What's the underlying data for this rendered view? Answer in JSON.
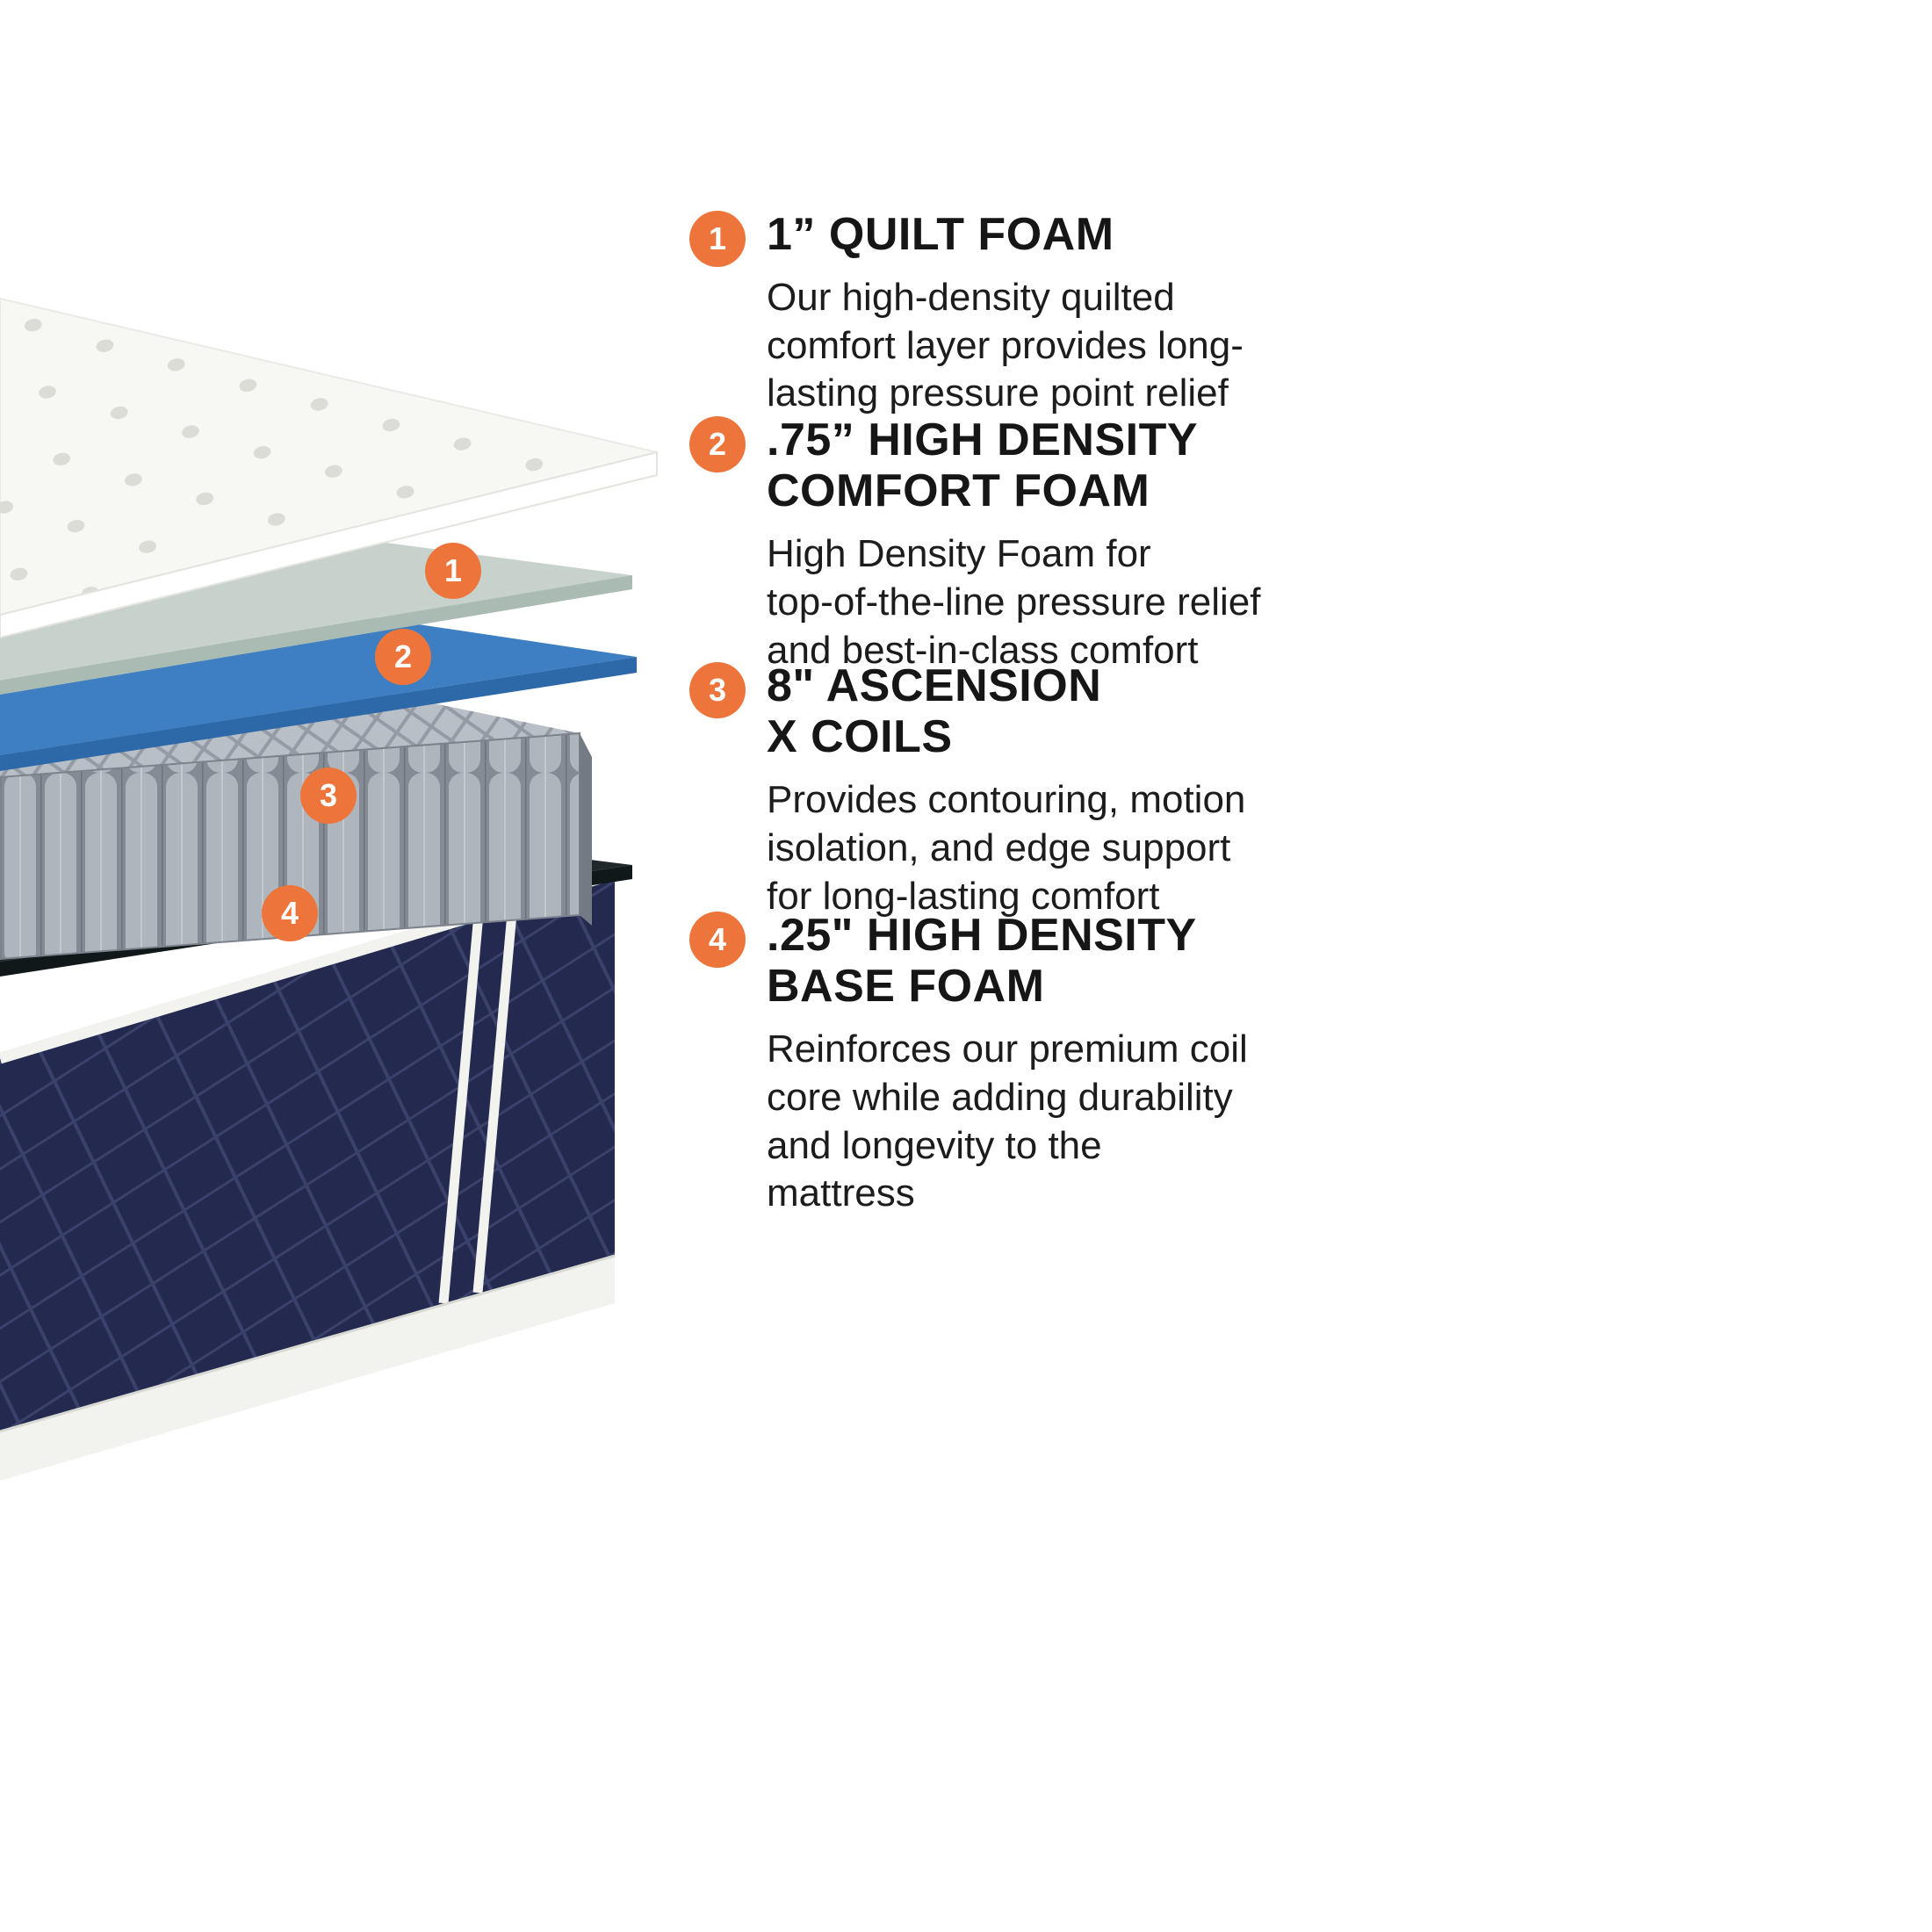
{
  "colors": {
    "accent": "#ED753B"
  },
  "legend": {
    "items": [
      {
        "number": "1",
        "title": "1” QUILT FOAM",
        "description": "Our high-density quilted\ncomfort layer provides long-\nlasting pressure point relief"
      },
      {
        "number": "2",
        "title": ".75” HIGH DENSITY\nCOMFORT FOAM",
        "description": "High Density Foam for\ntop-of-the-line pressure relief\nand best-in-class comfort"
      },
      {
        "number": "3",
        "title": "8\" ASCENSION\nX COILS",
        "description": "Provides contouring, motion\nisolation, and edge support\nfor long-lasting comfort"
      },
      {
        "number": "4",
        "title": ".25\" HIGH DENSITY\nBASE FOAM",
        "description": "Reinforces our premium coil\ncore while adding durability\nand longevity to the\nmattress"
      }
    ]
  }
}
